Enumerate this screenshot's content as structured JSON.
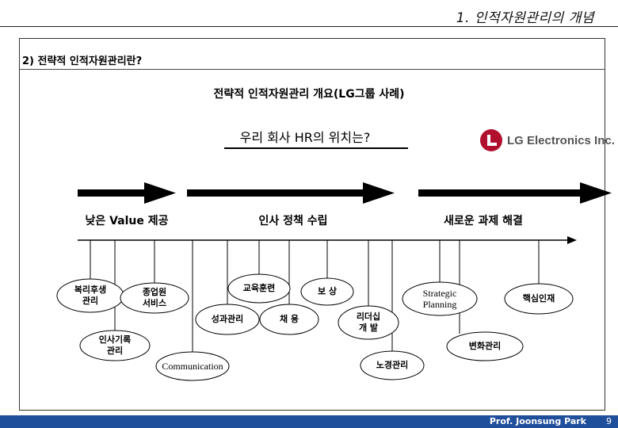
{
  "header": {
    "title": "1. 인적자원관리의 개념"
  },
  "section": {
    "label": "2) 전략적 인적자원관리란?"
  },
  "subtitle": "전략적 인적자원관리 개요(LG그룹 사례)",
  "question": "우리 회사 HR의 위치는?",
  "logo": {
    "text": "LG Electronics Inc.",
    "color": "#b0102e"
  },
  "phases": [
    "낮은 Value 제공",
    "인사 정책 수립",
    "새로운 과제 해결"
  ],
  "items": {
    "welfare": "복리후생\n관리",
    "employee_service": "종업원\n서비스",
    "hr_records": "인사기록\n관리",
    "communication": "Communication",
    "performance": "성과관리",
    "training": "교육훈련",
    "hiring": "채 용",
    "compensation": "보 상",
    "leadership": "리더십\n개 발",
    "labor": "노경관리",
    "strategic_planning": "Strategic\nPlanning",
    "change_mgmt": "변화관리",
    "core_talent": "핵심인재"
  },
  "footer": {
    "name": "Prof. Joonsung Park",
    "page": "9"
  },
  "colors": {
    "footer": "#1f4e9b",
    "logo": "#b0102e"
  }
}
